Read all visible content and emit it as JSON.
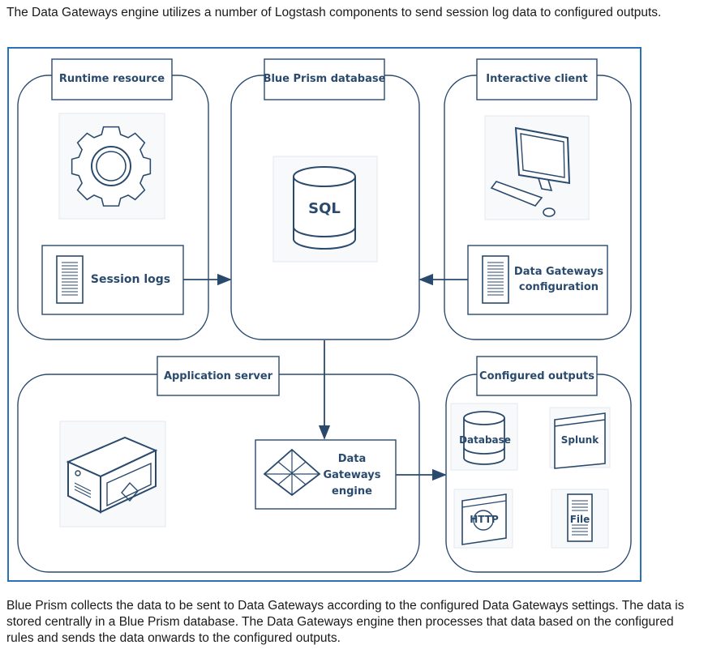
{
  "intro_text": "The Data Gateways engine utilizes a number of Logstash components to send session log data to configured outputs.",
  "outro_text": "Blue Prism collects the data to be sent to Data Gateways according to the configured Data Gateways settings. The data is stored centrally in a Blue Prism database. The Data Gateways engine then processes that data based on the configured rules and sends the data onwards to the configured outputs.",
  "groups": {
    "runtime_resource": "Runtime resource",
    "blue_prism_database": "Blue Prism database",
    "interactive_client": "Interactive client",
    "application_server": "Application server",
    "configured_outputs": "Configured outputs"
  },
  "nodes": {
    "session_logs": "Session logs",
    "sql": "SQL",
    "dg_config_line1": "Data Gateways",
    "dg_config_line2": "configuration",
    "engine_line1": "Data",
    "engine_line2": "Gateways",
    "engine_line3": "engine"
  },
  "outputs": {
    "database": "Database",
    "splunk": "Splunk",
    "http": "HTTP",
    "file": "File"
  },
  "colors": {
    "frame": "#2b72b5",
    "box_stroke": "#2a4a6d",
    "label_text": "#2a4a6d",
    "arrow": "#2a4a6d"
  }
}
